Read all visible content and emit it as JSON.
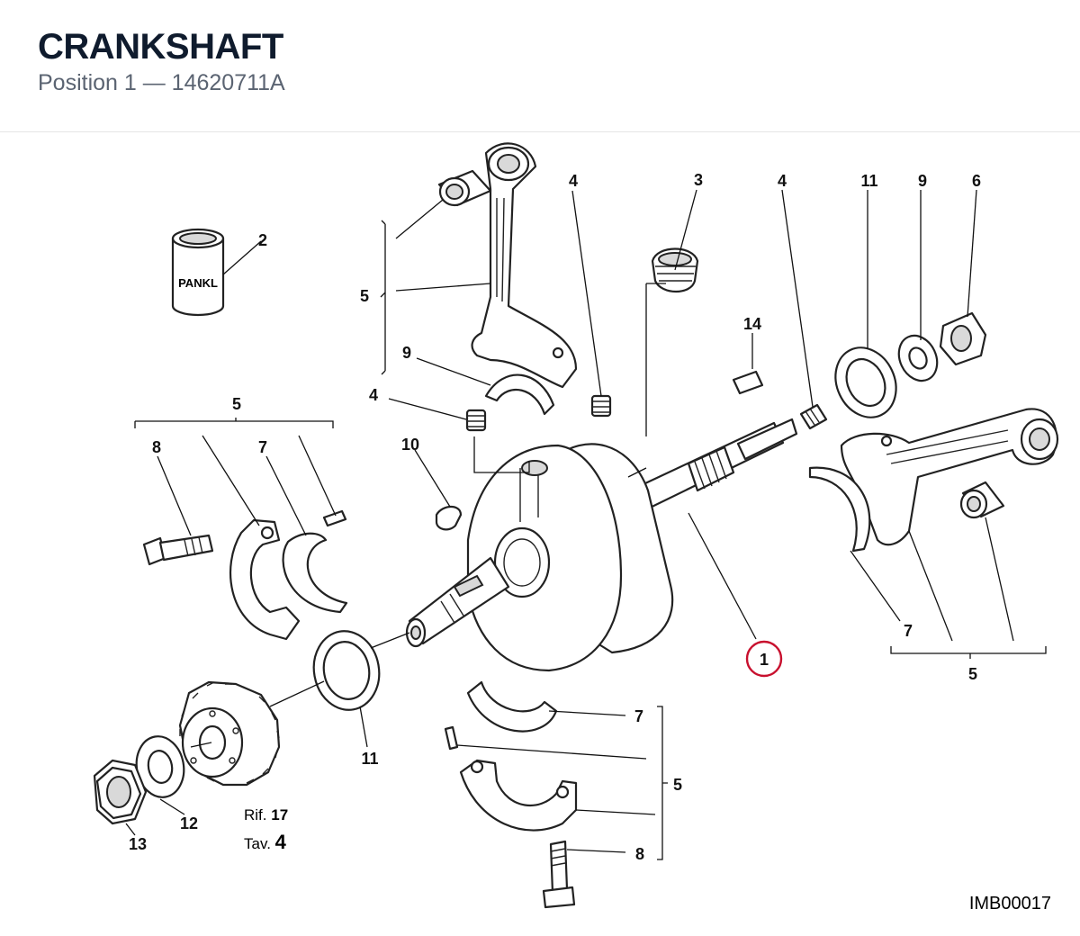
{
  "header": {
    "title": "CRANKSHAFT",
    "subtitle": "Position 1 — 14620711A"
  },
  "diagram": {
    "code": "IMB00017",
    "brand_label": "PANKL",
    "reference": {
      "rif_label": "Rif.",
      "rif_value": "17",
      "tav_label": "Tav.",
      "tav_value": "4"
    },
    "highlighted_callout": "1",
    "highlight_color": "#c8102e",
    "callouts": {
      "c1": "1",
      "c2": "2",
      "c3": "3",
      "c4a": "4",
      "c4b": "4",
      "c4c": "4",
      "c5a": "5",
      "c5b": "5",
      "c5c": "5",
      "c5d": "5",
      "c6": "6",
      "c7a": "7",
      "c7b": "7",
      "c7c": "7",
      "c8a": "8",
      "c8b": "8",
      "c9a": "9",
      "c9b": "9",
      "c10": "10",
      "c11a": "11",
      "c11b": "11",
      "c12": "12",
      "c13": "13",
      "c14": "14"
    }
  }
}
